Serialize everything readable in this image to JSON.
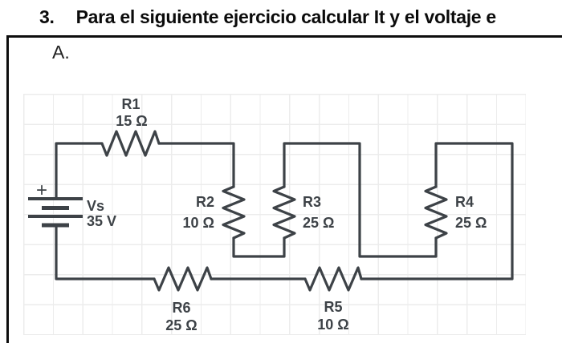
{
  "title": {
    "number": "3.",
    "text": "Para el siguiente ejercicio calcular It y el voltaje e"
  },
  "circuit": {
    "panel_label": "A.",
    "source": {
      "name": "Vs",
      "value": "35 V",
      "polarity": "+"
    },
    "resistors": [
      {
        "id": "R1",
        "value": "15 Ω"
      },
      {
        "id": "R2",
        "value": "10 Ω"
      },
      {
        "id": "R3",
        "value": "25 Ω"
      },
      {
        "id": "R4",
        "value": "25 Ω"
      },
      {
        "id": "R5",
        "value": "10 Ω"
      },
      {
        "id": "R6",
        "value": "25 Ω"
      }
    ],
    "colors": {
      "wire": "#3d4247",
      "grid_line": "#ececec",
      "panel_border": "#0d0d0d",
      "title_text": "#0b0b0b",
      "background": "#ffffff"
    }
  }
}
